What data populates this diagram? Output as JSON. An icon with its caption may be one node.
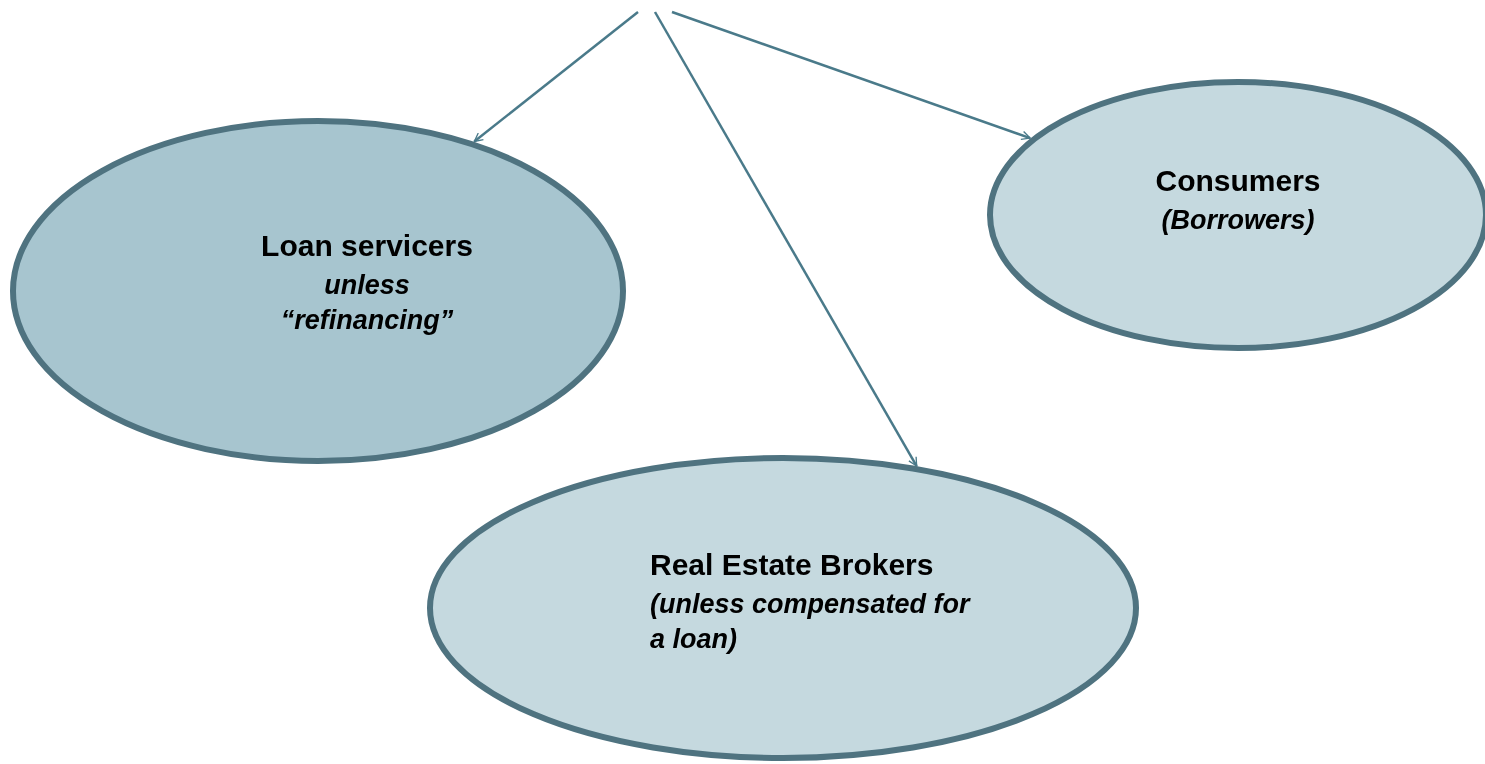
{
  "diagram": {
    "nodes": [
      {
        "text": [
          "Loan servicers",
          "unless “refinancing”"
        ]
      },
      {
        "text": [
          "Consumers",
          "(Borrowers)"
        ]
      },
      {
        "text": [
          "Real Estate Brokers",
          "(unless compensated for a loan)"
        ]
      }
    ],
    "edges": [
      {
        "from": null,
        "to": 0,
        "arrow": "to"
      },
      {
        "from": null,
        "to": 2,
        "arrow": "to"
      },
      {
        "from": null,
        "to": 1,
        "arrow": "to"
      }
    ]
  }
}
